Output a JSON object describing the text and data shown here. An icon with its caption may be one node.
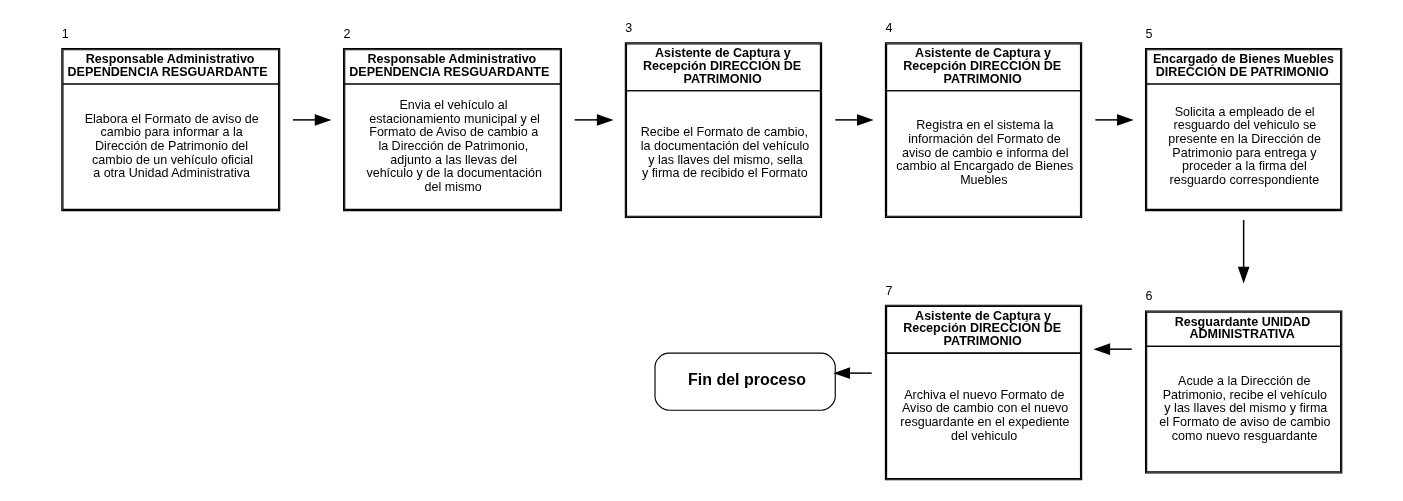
{
  "diagram": {
    "nodes": [
      {
        "text": [
          "Responsable Administrativo DEPENDENCIA RESGUARDANTE",
          "Elabora el Formato de aviso de cambio para informar a la Dirección de Patrimonio del cambio de un vehículo oficial a otra Unidad Administrativa"
        ],
        "beside": [
          "1"
        ]
      },
      {
        "text": [
          "Responsable Administrativo DEPENDENCIA RESGUARDANTE",
          "Envia el vehículo al estacionamiento municipal y el Formato de Aviso de cambio a la Dirección de Patrimonio, adjunto a las llevas del vehículo y de la documentación del mismo"
        ],
        "beside": [
          "2"
        ]
      },
      {
        "text": [
          "Asistente de Captura y Recepción DIRECCIÓN DE PATRIMONIO",
          "Recibe el Formato de cambio, la documentación del vehículo y las llaves del mismo, sella y firma de recibido el Formato"
        ],
        "beside": [
          "3"
        ]
      },
      {
        "text": [
          "Asistente de Captura y Recepción DIRECCIÓN DE PATRIMONIO",
          "Registra en el sistema la información del Formato de aviso de cambio e informa del cambio al Encargado de Bienes Muebles"
        ],
        "beside": [
          "4"
        ]
      },
      {
        "text": [
          "Encargado de Bienes Muebles DIRECCIÓN DE PATRIMONIO",
          "Solicita a empleado de el resguardo del vehiculo se presente en la Dirección de Patrimonio para entrega y proceder a la firma del resguardo correspondiente"
        ],
        "beside": [
          "5"
        ]
      },
      {
        "text": [
          "Resguardante UNIDAD ADMINISTRATIVA",
          "Acude a la Dirección de Patrimonio, recibe el vehículo y las llaves del mismo y firma el Formato de aviso de cambio como nuevo resguardante"
        ],
        "beside": [
          "6"
        ]
      },
      {
        "text": [
          "Asistente de Captura y Recepción DIRECCIÓN DE PATRIMONIO",
          "Archiva el nuevo Formato de Aviso de cambio con el nuevo resguardante en el expediente del vehiculo"
        ],
        "beside": [
          "7"
        ]
      },
      {
        "text": [
          "Fin del proceso"
        ]
      }
    ],
    "edges": [
      {
        "from": 0,
        "to": 1,
        "arrow": "to"
      },
      {
        "from": 1,
        "to": 2,
        "arrow": "to"
      },
      {
        "from": 2,
        "to": 3,
        "arrow": "to"
      },
      {
        "from": 3,
        "to": 4,
        "arrow": "to"
      },
      {
        "from": 4,
        "to": 5,
        "arrow": "to"
      },
      {
        "from": 5,
        "to": 6,
        "arrow": "to"
      },
      {
        "from": 6,
        "to": 7,
        "arrow": "to"
      }
    ]
  }
}
